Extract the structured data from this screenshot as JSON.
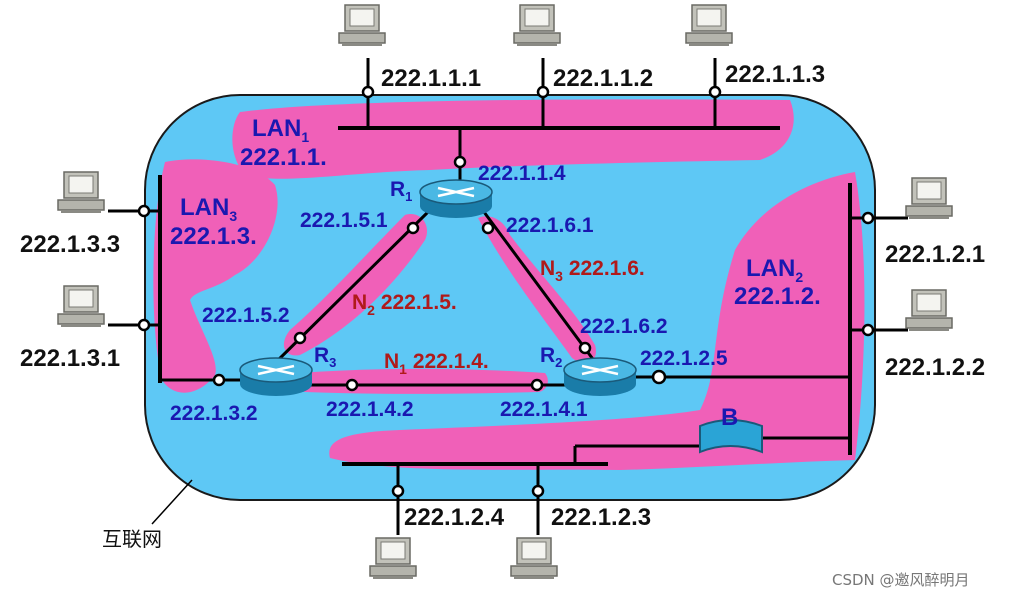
{
  "colors": {
    "cloud": "#5ec8f5",
    "lan_band": "#f060b8",
    "text_blue": "#1a18b0",
    "text_red": "#b01a1a",
    "router": "#2aa4d6",
    "pc": "#b8b8b0"
  },
  "internet_label": "互联网",
  "watermark": "CSDN @邀风醉明月",
  "lans": [
    {
      "id": "LAN1",
      "name": "LAN",
      "sub": "1",
      "network": "222.1.1."
    },
    {
      "id": "LAN2",
      "name": "LAN",
      "sub": "2",
      "network": "222.1.2."
    },
    {
      "id": "LAN3",
      "name": "LAN",
      "sub": "3",
      "network": "222.1.3."
    }
  ],
  "links": [
    {
      "id": "N1",
      "name": "N",
      "sub": "1",
      "network": "222.1.4."
    },
    {
      "id": "N2",
      "name": "N",
      "sub": "2",
      "network": "222.1.5."
    },
    {
      "id": "N3",
      "name": "N",
      "sub": "3",
      "network": "222.1.6."
    }
  ],
  "routers": [
    {
      "id": "R1",
      "name": "R",
      "sub": "1"
    },
    {
      "id": "R2",
      "name": "R",
      "sub": "2"
    },
    {
      "id": "R3",
      "name": "R",
      "sub": "3"
    }
  ],
  "bridge": {
    "label": "B"
  },
  "hosts": [
    {
      "id": "h-222-1-1-1",
      "ip": "222.1.1.1"
    },
    {
      "id": "h-222-1-1-2",
      "ip": "222.1.1.2"
    },
    {
      "id": "h-222-1-1-3",
      "ip": "222.1.1.3"
    },
    {
      "id": "h-222-1-3-3",
      "ip": "222.1.3.3"
    },
    {
      "id": "h-222-1-3-1",
      "ip": "222.1.3.1"
    },
    {
      "id": "h-222-1-2-1",
      "ip": "222.1.2.1"
    },
    {
      "id": "h-222-1-2-2",
      "ip": "222.1.2.2"
    },
    {
      "id": "h-222-1-2-4",
      "ip": "222.1.2.4"
    },
    {
      "id": "h-222-1-2-3",
      "ip": "222.1.2.3"
    }
  ],
  "interfaces": [
    {
      "id": "r1-lan1",
      "ip": "222.1.1.4"
    },
    {
      "id": "r1-n2",
      "ip": "222.1.5.1"
    },
    {
      "id": "r1-n3",
      "ip": "222.1.6.1"
    },
    {
      "id": "r3-n2",
      "ip": "222.1.5.2"
    },
    {
      "id": "r2-n3",
      "ip": "222.1.6.2"
    },
    {
      "id": "r2-lan2",
      "ip": "222.1.2.5"
    },
    {
      "id": "r3-lan3",
      "ip": "222.1.3.2"
    },
    {
      "id": "r3-n1",
      "ip": "222.1.4.2"
    },
    {
      "id": "r2-n1",
      "ip": "222.1.4.1"
    }
  ]
}
